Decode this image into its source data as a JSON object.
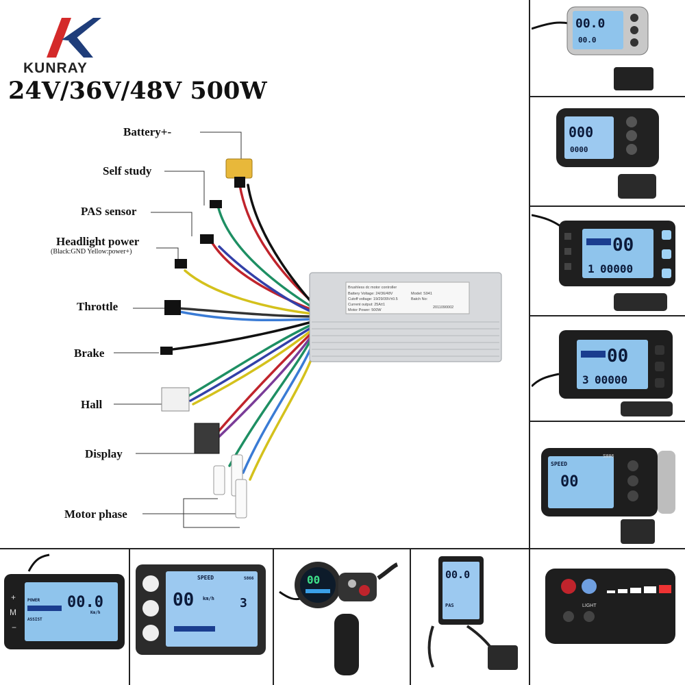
{
  "brand": {
    "name": "KUNRAY",
    "headline": "24V/36V/48V 500W"
  },
  "labels": {
    "battery": "Battery+-",
    "self_study": "Self study",
    "pas": "PAS sensor",
    "headlight": "Headlight power",
    "headlight_note": "(Black:GND Yellow:power+)",
    "throttle": "Throttle",
    "brake": "Brake",
    "hall": "Hall",
    "display": "Display",
    "motor_phase": "Motor phase"
  },
  "controller": {
    "line1": "Brushless dc motor controller",
    "line2": "Battery Voltage: 24/36/48V",
    "line3": "Cutoff voltage: 19/29/39V±0.5",
    "line4": "Current output: 25A±1",
    "line5": "Motor Power: 500W",
    "model": "Model: S941",
    "batch": "Batch No:",
    "serial": "2011090002"
  },
  "displays": {
    "d1": {
      "speed": "00.0",
      "sub": "00.0"
    },
    "d2": {
      "speed": "000",
      "sub": "0000"
    },
    "d3": {
      "speed": "00",
      "level": "1",
      "odo": "00000"
    },
    "d4": {
      "speed": "00",
      "level": "3",
      "odo": "00000"
    },
    "d5": {
      "brand": "SPEED",
      "model": "S886",
      "speed": "00"
    },
    "b1": {
      "speed": "00.0",
      "power": "POWER",
      "assist": "ASSIST",
      "unit": "Km/h"
    },
    "b2": {
      "brand": "SPEED",
      "model": "S866",
      "speed": "00",
      "unit": "km/h",
      "level": "3"
    },
    "b3": {
      "speed": "00"
    },
    "b4": {
      "speed": "00.0",
      "pas": "PAS"
    },
    "b5": {
      "light": "LIGHT"
    }
  },
  "colors": {
    "logo_red": "#d42a2a",
    "logo_blue": "#1f3d7a",
    "lcd": "#8fc4ec",
    "device": "#1c1c1c"
  }
}
